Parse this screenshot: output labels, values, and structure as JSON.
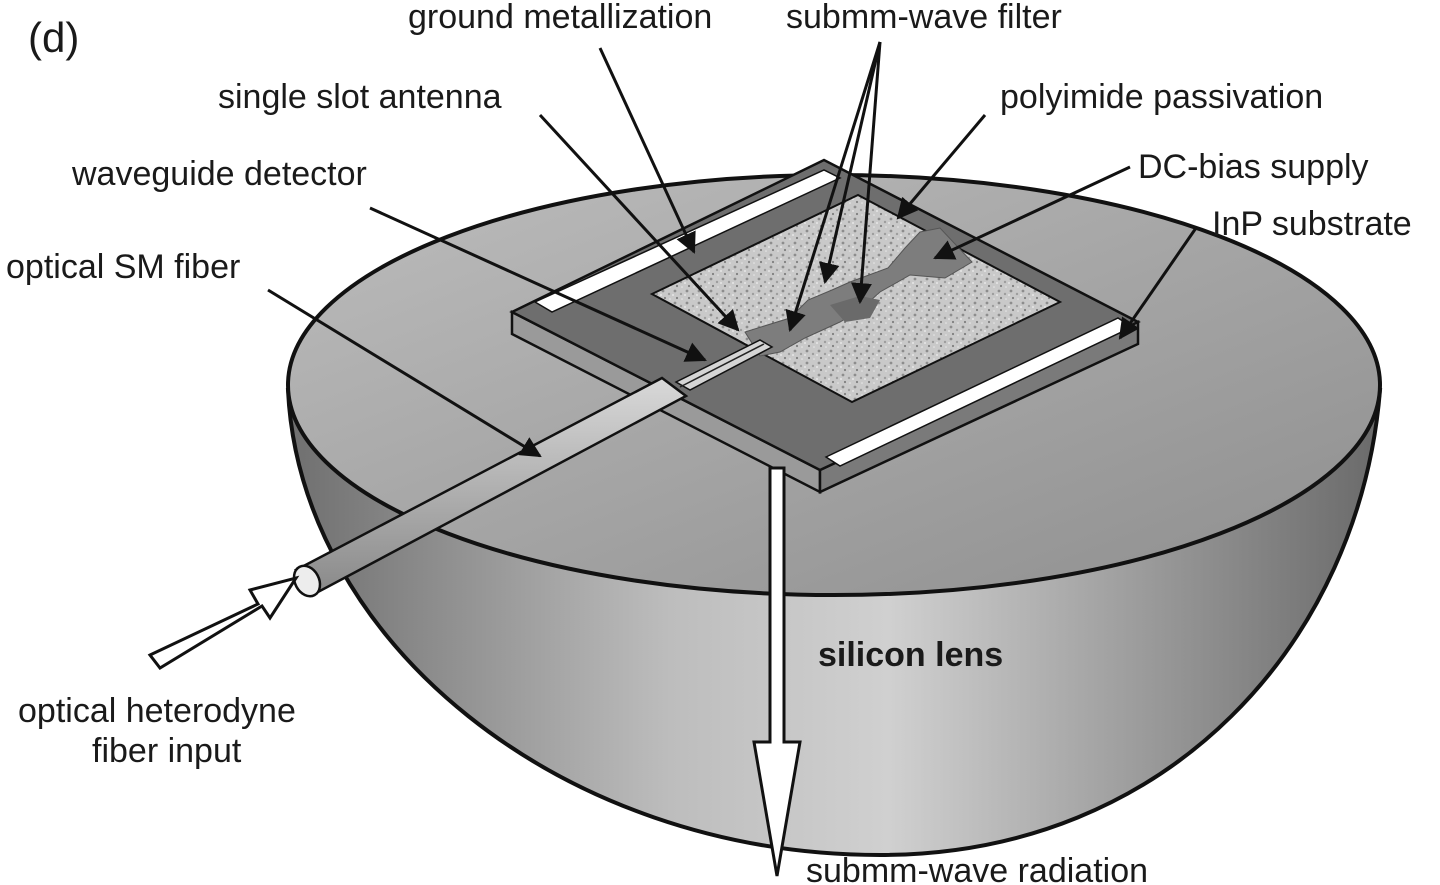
{
  "panel_label": "(d)",
  "labels": {
    "ground_metallization": "ground metallization",
    "submm_wave_filter": "submm-wave filter",
    "single_slot_antenna": "single slot antenna",
    "polyimide_passivation": "polyimide passivation",
    "waveguide_detector": "waveguide detector",
    "dc_bias_supply": "DC-bias supply",
    "inp_substrate": "InP substrate",
    "optical_sm_fiber": "optical SM fiber",
    "silicon_lens": "silicon lens",
    "optical_heterodyne_line1": "optical heterodyne",
    "optical_heterodyne_line2": "fiber input",
    "submm_wave_radiation": "submm-wave radiation"
  }
}
